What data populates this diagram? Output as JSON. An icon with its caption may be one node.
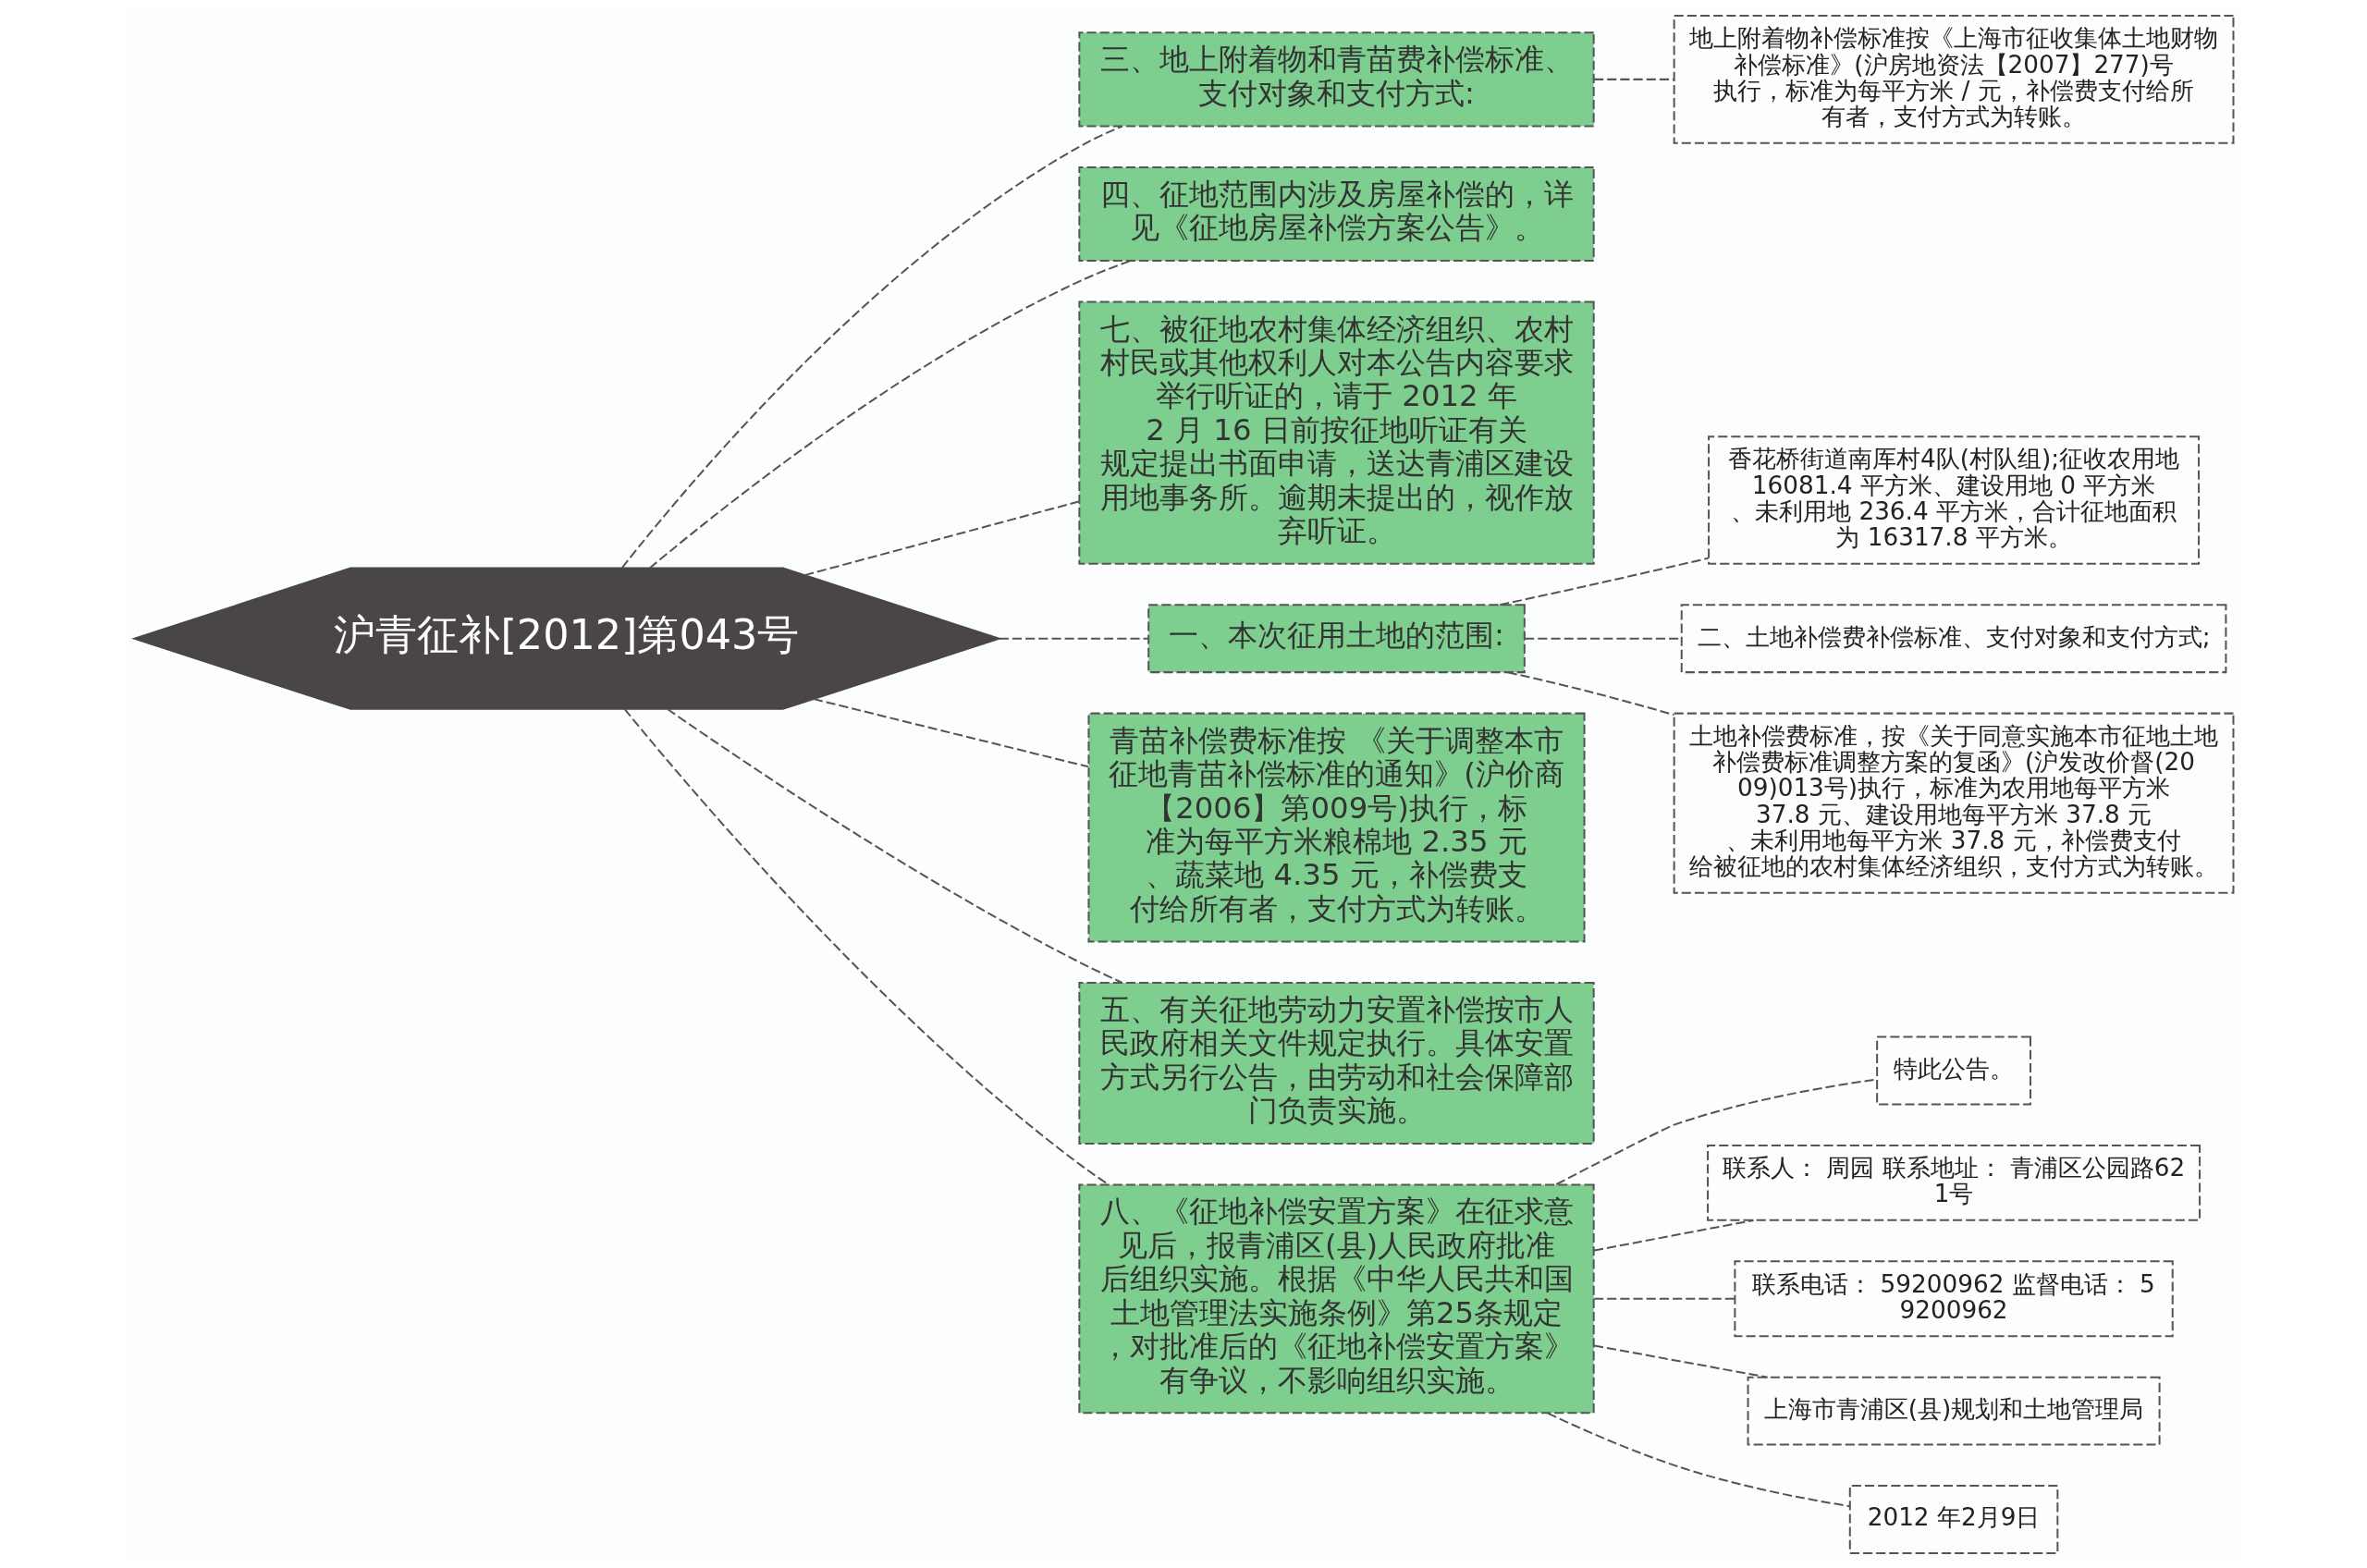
{
  "diagram": {
    "nodes": [
      {
        "text": [
          "沪青征补[2012]第043号"
        ]
      },
      {
        "text": [
          "三、地上附着物和青苗费补偿标准、支付对象和支付方式:"
        ]
      },
      {
        "text": [
          "地上附着物补偿标准按《上海市征收集体土地财物补偿标准》(沪房地资法【2007】277)号执行，标准为每平方米 / 元，补偿费支付给所有者，支付方式为转账。"
        ]
      },
      {
        "text": [
          "四、征地范围内涉及房屋补偿的，详见《征地房屋补偿方案公告》。"
        ]
      },
      {
        "text": [
          "七、被征地农村集体经济组织、农村村民或其他权利人对本公告内容要求举行听证的，请于 2012 年 2 月 16 日前按征地听证有关规定提出书面申请，送达青浦区建设用地事务所。逾期未提出的，视作放弃听证。"
        ]
      },
      {
        "text": [
          "一、本次征用土地的范围:"
        ]
      },
      {
        "text": [
          "香花桥街道南厍村4队(村队组);征收农用地 16081.4 平方米、建设用地 0 平方米、未利用地 236.4 平方米，合计征地面积为 16317.8 平方米。"
        ]
      },
      {
        "text": [
          "二、土地补偿费补偿标准、支付对象和支付方式;"
        ]
      },
      {
        "text": [
          "土地补偿费标准，按《关于同意实施本市征地土地补偿费标准调整方案的复函》(沪发改价督(2009)013号)执行，标准为农用地每平方米 37.8 元、建设用地每平方米 37.8 元、未利用地每平方米 37.8 元，补偿费支付给被征地的农村集体经济组织，支付方式为转账。"
        ]
      },
      {
        "text": [
          "青苗补偿费标准按 《关于调整本市征地青苗补偿标准的通知》(沪价商【2006】第009号)执行，标准为每平方米粮棉地 2.35 元、蔬菜地 4.35 元，补偿费支付给所有者，支付方式为转账。"
        ]
      },
      {
        "text": [
          "五、有关征地劳动力安置补偿按市人民政府相关文件规定执行。具体安置方式另行公告，由劳动和社会保障部门负责实施。"
        ]
      },
      {
        "text": [
          "八、《征地补偿安置方案》在征求意见后，报青浦区(县)人民政府批准后组织实施。根据《中华人民共和国土地管理法实施条例》第25条规定，对批准后的《征地补偿安置方案》有争议，不影响组织实施。"
        ]
      },
      {
        "text": [
          "特此公告。"
        ]
      },
      {
        "text": [
          "联系人： 周园 联系地址： 青浦区公园路621号"
        ]
      },
      {
        "text": [
          "联系电话： 59200962 监督电话： 59200962"
        ]
      },
      {
        "text": [
          "上海市青浦区(县)规划和土地管理局"
        ]
      },
      {
        "text": [
          "2012 年2月9日"
        ]
      }
    ],
    "edges": [
      {
        "from": 0,
        "to": 1,
        "arrow": "none",
        "style": "dashed"
      },
      {
        "from": 1,
        "to": 2,
        "arrow": "none",
        "style": "dashed"
      },
      {
        "from": 0,
        "to": 3,
        "arrow": "none",
        "style": "dashed"
      },
      {
        "from": 0,
        "to": 4,
        "arrow": "none",
        "style": "dashed"
      },
      {
        "from": 0,
        "to": 5,
        "arrow": "none",
        "style": "dashed"
      },
      {
        "from": 5,
        "to": 6,
        "arrow": "none",
        "style": "dashed"
      },
      {
        "from": 5,
        "to": 7,
        "arrow": "none",
        "style": "dashed"
      },
      {
        "from": 5,
        "to": 8,
        "arrow": "none",
        "style": "dashed"
      },
      {
        "from": 0,
        "to": 9,
        "arrow": "none",
        "style": "dashed"
      },
      {
        "from": 0,
        "to": 10,
        "arrow": "none",
        "style": "dashed"
      },
      {
        "from": 0,
        "to": 11,
        "arrow": "none",
        "style": "dashed"
      },
      {
        "from": 11,
        "to": 12,
        "arrow": "none",
        "style": "dashed"
      },
      {
        "from": 11,
        "to": 13,
        "arrow": "none",
        "style": "dashed"
      },
      {
        "from": 11,
        "to": 14,
        "arrow": "none",
        "style": "dashed"
      },
      {
        "from": 11,
        "to": 15,
        "arrow": "none",
        "style": "dashed"
      },
      {
        "from": 11,
        "to": 16,
        "arrow": "none",
        "style": "dashed"
      }
    ]
  }
}
